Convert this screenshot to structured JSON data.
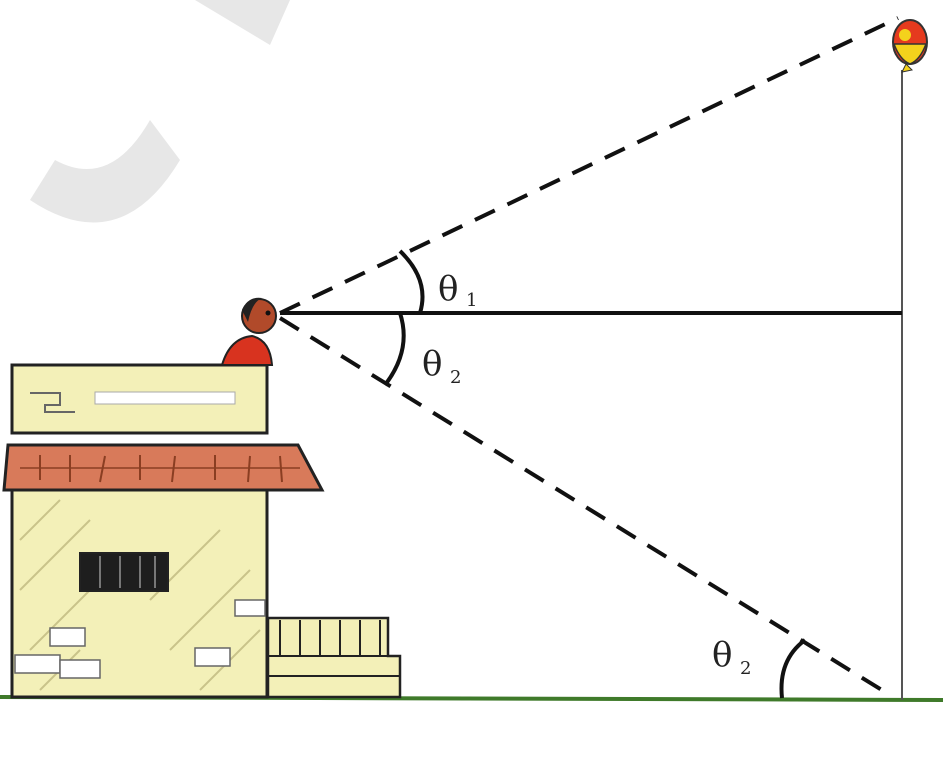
{
  "labels": {
    "theta1": "θ",
    "theta1_sub": "1",
    "theta2_upper": "θ",
    "theta2_upper_sub": "2",
    "theta2_lower": "θ",
    "theta2_lower_sub": "2"
  },
  "colors": {
    "ground": "#3f7a2a",
    "building_wall": "#f3f0b8",
    "roof": "#d87a5a",
    "person_shirt": "#d8331f",
    "balloon_red": "#e53a1e",
    "balloon_yellow": "#f4d21c",
    "watermark": "#e4e4e4",
    "line": "#111111"
  },
  "icons": {
    "person": "person-icon",
    "balloon": "balloon-icon",
    "building": "building-icon"
  }
}
